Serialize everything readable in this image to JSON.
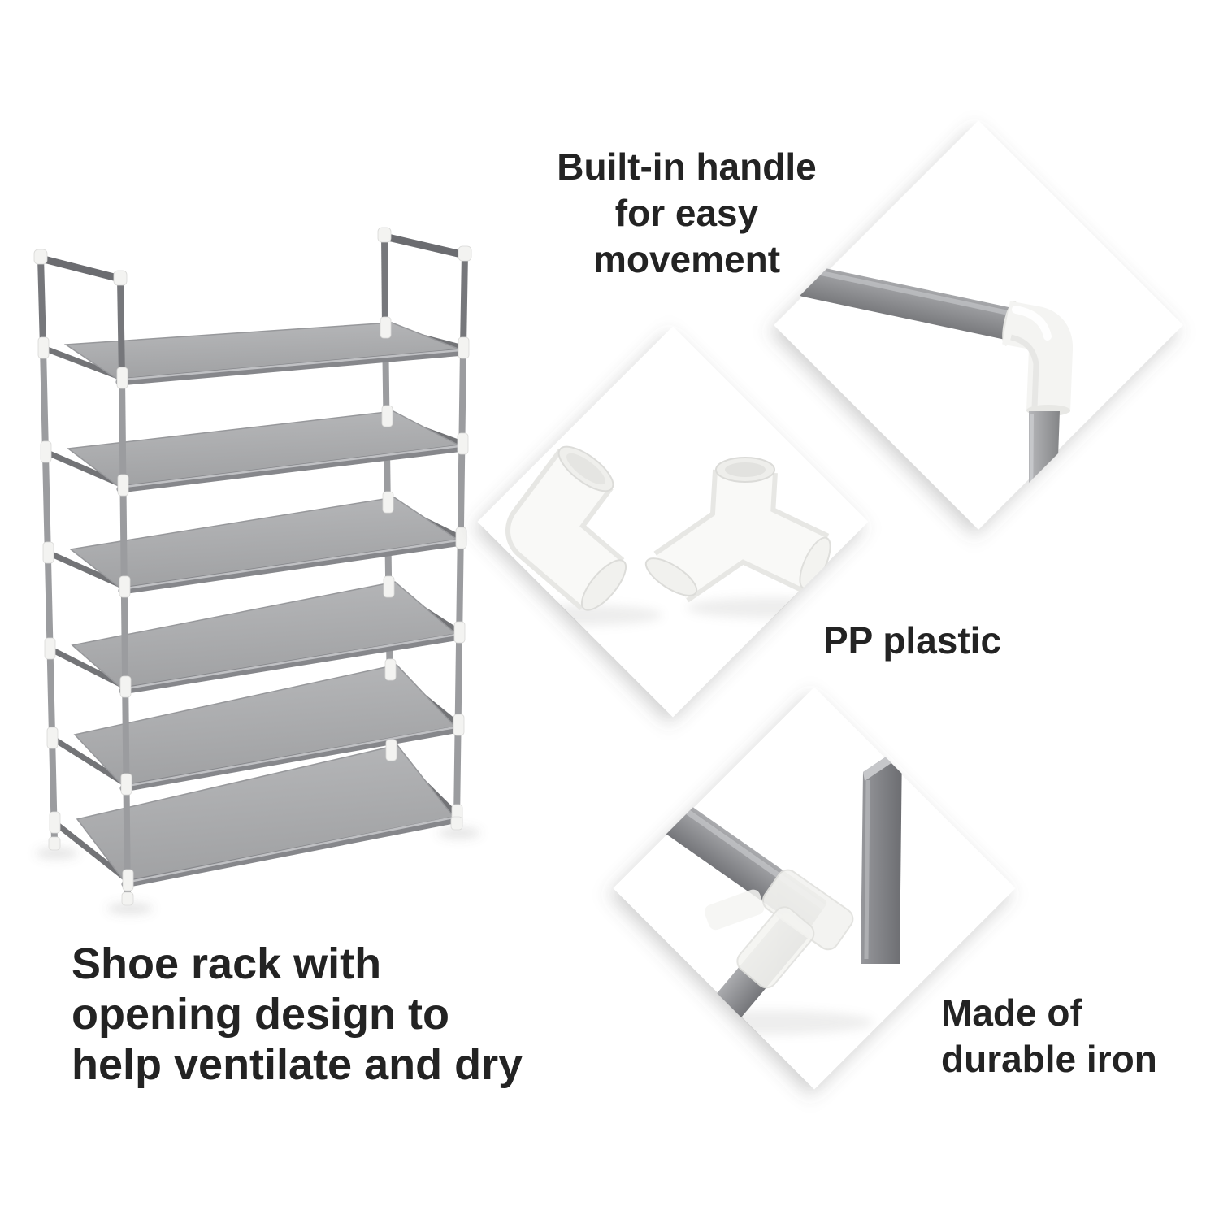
{
  "page": {
    "background": "#ffffff"
  },
  "captions": {
    "handle": {
      "lines": [
        "Built-in handle",
        "for easy",
        "movement"
      ]
    },
    "pp_plastic": {
      "lines": [
        "PP plastic"
      ]
    },
    "iron": {
      "lines": [
        "Made of",
        "durable iron"
      ]
    },
    "shoe_rack": {
      "lines": [
        "Shoe rack with",
        "opening design to",
        "help ventilate and dry"
      ]
    }
  },
  "product": {
    "shelf_count": 6
  },
  "photos": {
    "shoe_rack": "shoe-rack-6-tier-photo",
    "handle_corner": "handle-corner-joint-photo",
    "pp_connectors": "pp-plastic-connectors-photo",
    "iron_tubes": "iron-tube-joint-photo"
  },
  "colors": {
    "text": "#232323",
    "tube_silver": "#9b9c9f",
    "tube_dark": "#6b6c70",
    "fabric_gray": "#adaeb0",
    "connector_white": "#f3f3f1",
    "diamond_bg": "#ffffff",
    "shadow": "rgba(90,90,90,0.22)"
  }
}
